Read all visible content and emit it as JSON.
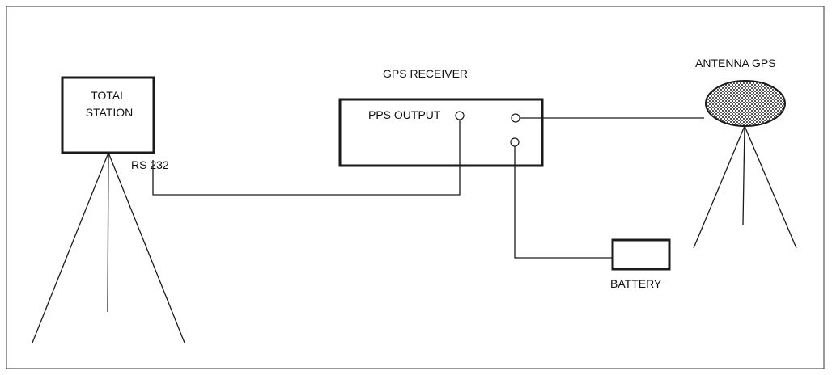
{
  "labels": {
    "total_station_line1": "TOTAL",
    "total_station_line2": "STATION",
    "rs232": "RS 232",
    "gps_receiver": "GPS  RECEIVER",
    "pps_output": "PPS OUTPUT",
    "antenna_gps": "ANTENNA GPS",
    "battery": "BATTERY"
  },
  "colors": {
    "line": "#1a1a1a",
    "background": "#ffffff",
    "antenna_fill": "#555555"
  }
}
